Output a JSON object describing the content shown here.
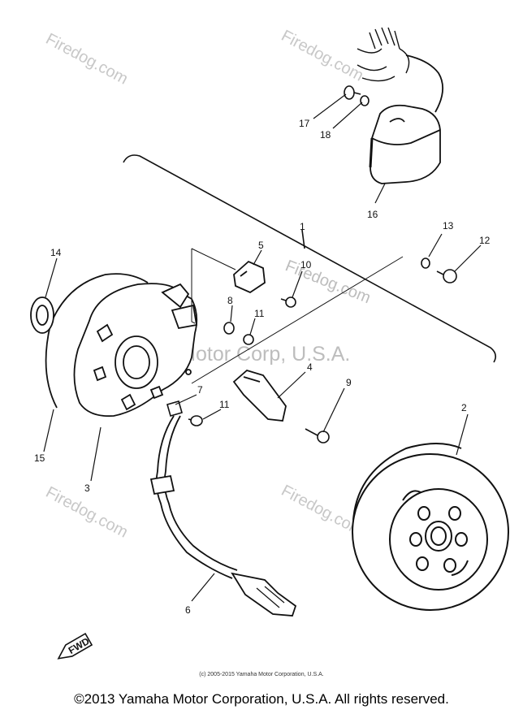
{
  "callouts": [
    "1",
    "2",
    "3",
    "4",
    "5",
    "6",
    "7",
    "8",
    "9",
    "10",
    "11",
    "11",
    "12",
    "13",
    "14",
    "15",
    "16",
    "17",
    "18"
  ],
  "watermark": {
    "site": "Firedog.com",
    "center_text": "Yamaha Motor Corp, U.S.A.",
    "site_mid": "Firedog.com"
  },
  "direction_label": "FWD",
  "small_copyright": "(c) 2005-2015 Yamaha Motor Corporation, U.S.A.",
  "footer_copyright": "©2013 Yamaha Motor Corporation, U.S.A. All rights reserved."
}
